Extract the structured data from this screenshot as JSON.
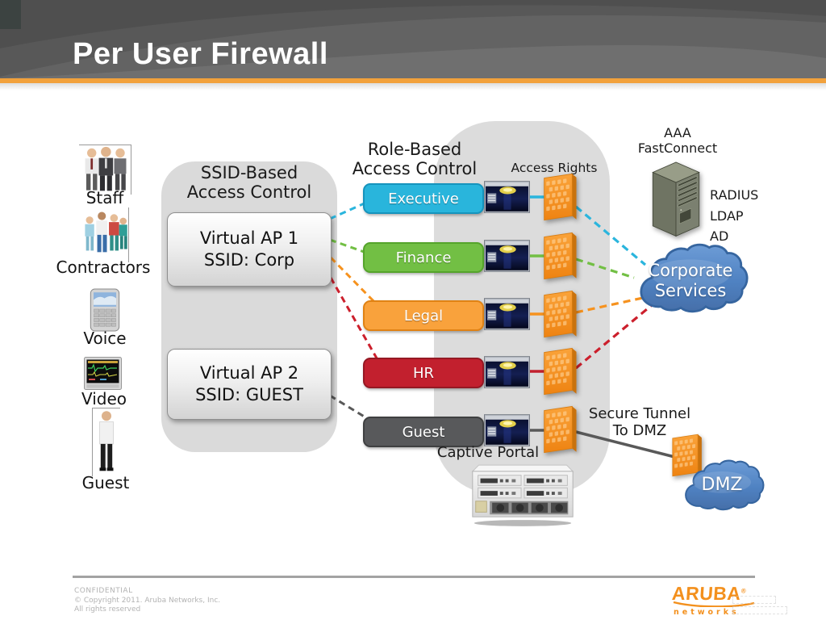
{
  "slide": {
    "title": "Per User Firewall"
  },
  "endpoints": [
    {
      "label": "Staff",
      "icon": "staff-group-photo"
    },
    {
      "label": "Contractors",
      "icon": "contractors-group-photo"
    },
    {
      "label": "Voice",
      "icon": "mobile-phone-photo"
    },
    {
      "label": "Video",
      "icon": "video-monitor-photo"
    },
    {
      "label": "Guest",
      "icon": "guest-person-photo"
    }
  ],
  "ssid_panel": {
    "title_line1": "SSID-Based",
    "title_line2": "Access Control",
    "ap1_line1": "Virtual AP 1",
    "ap1_line2": "SSID: Corp",
    "ap2_line1": "Virtual AP 2",
    "ap2_line2": "SSID: GUEST"
  },
  "role_panel": {
    "title_line1": "Role-Based",
    "title_line2": "Access Control",
    "access_rights_label": "Access Rights",
    "captive_portal_label": "Captive Portal",
    "roles": [
      {
        "label": "Executive",
        "color": "#29b5dc",
        "border": "#1694bd"
      },
      {
        "label": "Finance",
        "color": "#72bf44",
        "border": "#55a42b"
      },
      {
        "label": "Legal",
        "color": "#f9a23c",
        "border": "#e08214"
      },
      {
        "label": "HR",
        "color": "#c2202e",
        "border": "#951823"
      },
      {
        "label": "Guest",
        "color": "#58595b",
        "border": "#3f4041"
      }
    ]
  },
  "aaa": {
    "line1": "AAA",
    "line2": "FastConnect",
    "protocols": [
      "RADIUS",
      "LDAP",
      "AD"
    ]
  },
  "clouds": {
    "corporate_line1": "Corporate",
    "corporate_line2": "Services",
    "dmz": "DMZ"
  },
  "tunnel": {
    "line1": "Secure Tunnel",
    "line2": "To  DMZ"
  },
  "connections": {
    "ap1_roles": [
      "Executive",
      "Finance",
      "Legal",
      "HR"
    ],
    "ap2_roles": [
      "Guest"
    ],
    "roles_to_corporate_services": [
      "Executive",
      "Finance",
      "Legal",
      "HR"
    ],
    "roles_to_dmz_via_secure_tunnel": [
      "Guest"
    ]
  },
  "footer": {
    "confidential": "CONFIDENTIAL",
    "copyright": "© Copyright 2011. Aruba Networks, Inc.",
    "rights": "All rights reserved",
    "logo_primary": "ARUBA",
    "logo_secondary": "networks"
  },
  "colors": {
    "header_bg": "#595959",
    "accent_orange": "#f2a13b",
    "executive": "#29b5dc",
    "finance": "#72bf44",
    "legal": "#f9a23c",
    "hr": "#c2202e",
    "guest": "#58595b",
    "firewall_orange": "#f6921e",
    "cloud_blue": "#4f86c6",
    "panel_gray": "#dadada",
    "aruba_logo_orange": "#f3901d"
  }
}
